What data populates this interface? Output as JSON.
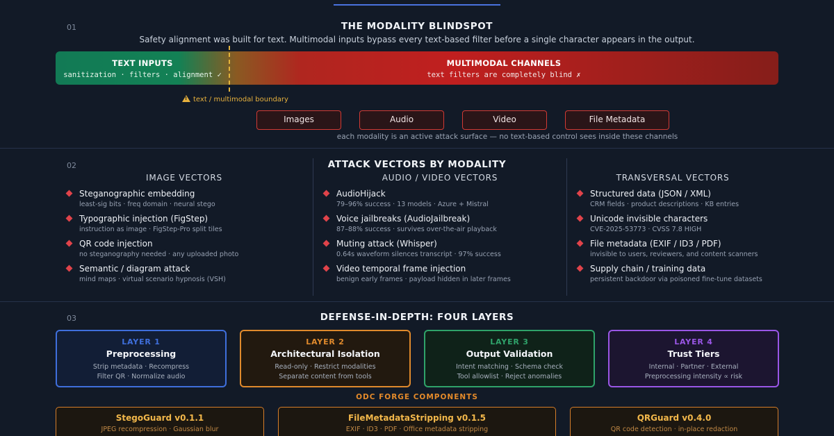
{
  "section1": {
    "number": "01",
    "title": "THE MODALITY BLINDSPOT",
    "intro": "Safety alignment was built for text. Multimodal inputs bypass every text-based filter before a single character appears in the output.",
    "text_inputs": {
      "title": "TEXT INPUTS",
      "sub": "sanitization · filters · alignment ✓"
    },
    "multimodal": {
      "title": "MULTIMODAL CHANNELS",
      "sub": "text filters are completely blind ✗"
    },
    "boundary_label": "text / multimodal boundary",
    "modalities": [
      "Images",
      "Audio",
      "Video",
      "File Metadata"
    ],
    "caption": "each modality is an active attack surface — no text-based control sees inside these channels",
    "colors": {
      "text_green": "#127a55",
      "multimodal_red": "#c01f1f",
      "boundary": "#e2b33b"
    }
  },
  "section2": {
    "number": "02",
    "title": "ATTACK VECTORS BY MODALITY",
    "columns": [
      {
        "heading": "IMAGE VECTORS",
        "items": [
          {
            "title": "Steganographic embedding",
            "sub": "least-sig bits · freq domain · neural stego"
          },
          {
            "title": "Typographic injection (FigStep)",
            "sub": "instruction as image · FigStep-Pro split tiles"
          },
          {
            "title": "QR code injection",
            "sub": "no steganography needed · any uploaded photo"
          },
          {
            "title": "Semantic / diagram attack",
            "sub": "mind maps · virtual scenario hypnosis (VSH)"
          }
        ]
      },
      {
        "heading": "AUDIO / VIDEO VECTORS",
        "items": [
          {
            "title": "AudioHijack",
            "sub": "79–96% success · 13 models · Azure + Mistral"
          },
          {
            "title": "Voice jailbreaks (AudioJailbreak)",
            "sub": "87–88% success · survives over-the-air playback"
          },
          {
            "title": "Muting attack (Whisper)",
            "sub": "0.64s waveform silences transcript · 97% success"
          },
          {
            "title": "Video temporal frame injection",
            "sub": "benign early frames · payload hidden in later frames"
          }
        ]
      },
      {
        "heading": "TRANSVERSAL VECTORS",
        "items": [
          {
            "title": "Structured data (JSON / XML)",
            "sub": "CRM fields · product descriptions · KB entries"
          },
          {
            "title": "Unicode invisible characters",
            "sub": "CVE-2025-53773 · CVSS 7.8 HIGH"
          },
          {
            "title": "File metadata (EXIF / ID3 / PDF)",
            "sub": "invisible to users, reviewers, and content scanners"
          },
          {
            "title": "Supply chain / training data",
            "sub": "persistent backdoor via poisoned fine-tune datasets"
          }
        ]
      }
    ]
  },
  "section3": {
    "number": "03",
    "title": "DEFENSE-IN-DEPTH: FOUR LAYERS",
    "layers": [
      {
        "num": "LAYER 1",
        "title": "Preprocessing",
        "l1": "Strip metadata · Recompress",
        "l2": "Filter QR · Normalize audio",
        "color": "#3f6fdc",
        "bg": "#121e36"
      },
      {
        "num": "LAYER 2",
        "title": "Architectural Isolation",
        "l1": "Read-only · Restrict modalities",
        "l2": "Separate content from tools",
        "color": "#e08a2c",
        "bg": "#22190f"
      },
      {
        "num": "LAYER 3",
        "title": "Output Validation",
        "l1": "Intent matching · Schema check",
        "l2": "Tool allowlist · Reject anomalies",
        "color": "#2fa36a",
        "bg": "#0f2219"
      },
      {
        "num": "LAYER 4",
        "title": "Trust Tiers",
        "l1": "Internal · Partner · External",
        "l2": "Preprocessing intensity ∝ risk",
        "color": "#9a56e6",
        "bg": "#1c1530"
      }
    ],
    "forge_label": "ODC FORGE COMPONENTS",
    "components": [
      {
        "title": "StegoGuard v0.1.1",
        "desc": "JPEG recompression · Gaussian blur"
      },
      {
        "title": "FileMetadataStripping v0.1.5",
        "desc": "EXIF · ID3 · PDF · Office metadata stripping"
      },
      {
        "title": "QRGuard v0.4.0",
        "desc": "QR code detection · in-place redaction"
      }
    ]
  }
}
